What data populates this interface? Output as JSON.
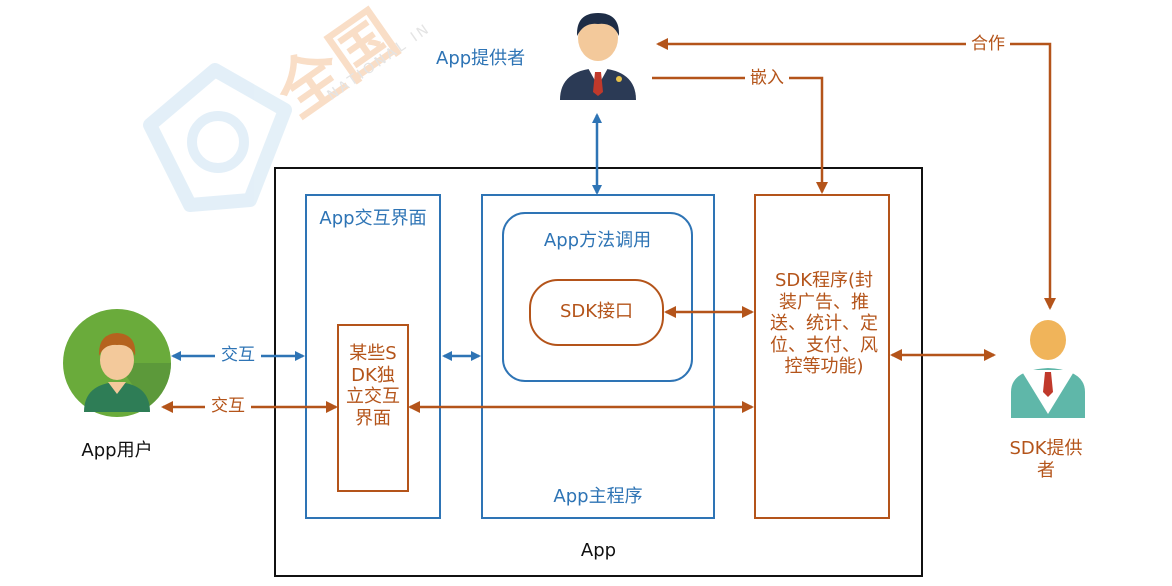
{
  "watermark": {
    "glyph": "全国",
    "sub": "NATIONAL IN"
  },
  "actors": {
    "provider": "App提供者",
    "user": "App用户",
    "sdk_provider": "SDK提供者"
  },
  "boxes": {
    "app_outer": "App",
    "interaction_ui": "App交互界面",
    "sdk_ui": "某些SDK独立交互界面",
    "method_call": "App方法调用",
    "sdk_interface": "SDK接口",
    "main_program": "App主程序",
    "sdk_program": "SDK程序(封装广告、推送、统计、定位、支付、风控等功能)"
  },
  "edges": {
    "cooperate": "合作",
    "embed": "嵌入",
    "interact_blue": "交互",
    "interact_brown": "交互"
  },
  "colors": {
    "blue": "#2e74b5",
    "brown": "#b4541a",
    "black": "#111111"
  }
}
